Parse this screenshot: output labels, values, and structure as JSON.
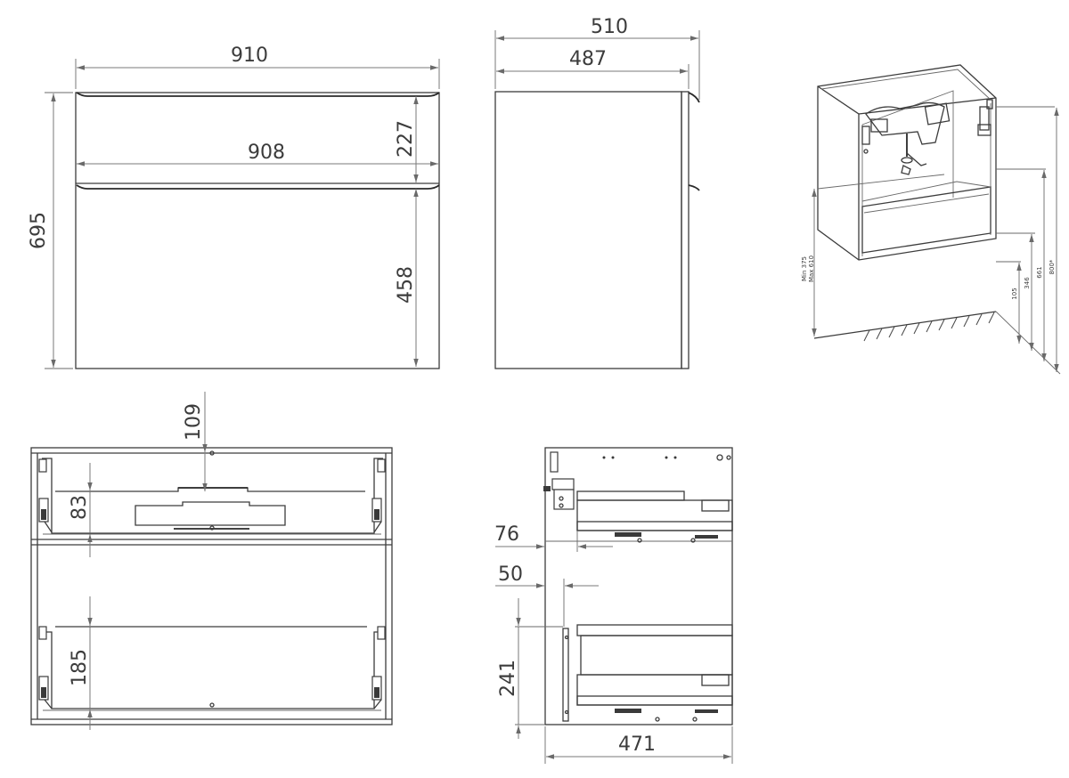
{
  "front_view": {
    "width_overall": "910",
    "width_drawer": "908",
    "height_overall": "695",
    "height_top_drawer": "227",
    "height_bottom_drawer": "458"
  },
  "side_view": {
    "depth_overall": "510",
    "depth_body": "487"
  },
  "iso_view": {
    "mount_min": "Min 375",
    "mount_max": "Max 610",
    "h_105": "105",
    "h_346": "346",
    "h_661": "661",
    "h_800": "800*"
  },
  "front_open_view": {
    "dim_109": "109",
    "dim_83": "83",
    "dim_185": "185"
  },
  "side_section_view": {
    "dim_76": "76",
    "dim_50": "50",
    "dim_241": "241",
    "dim_471": "471"
  }
}
